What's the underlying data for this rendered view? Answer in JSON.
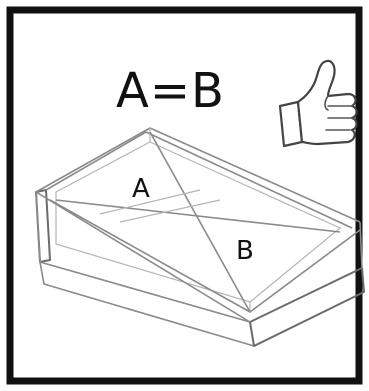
{
  "equation_label": "A=B",
  "diagonal_a_label": "A",
  "diagonal_b_label": "B",
  "thumbs_up": "thumbs-up-icon",
  "colors": {
    "frame": "#111111",
    "line": "#8a8a8a",
    "text": "#111111",
    "background": "#ffffff"
  }
}
